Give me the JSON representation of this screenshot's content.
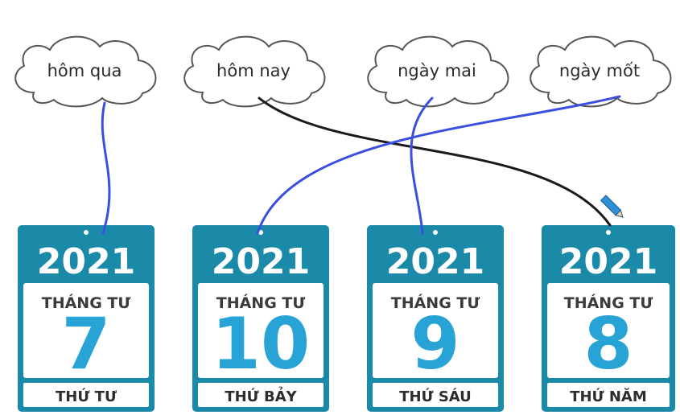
{
  "clouds": [
    {
      "label": "hôm qua"
    },
    {
      "label": "hôm nay"
    },
    {
      "label": "ngày mai"
    },
    {
      "label": "ngày mốt"
    }
  ],
  "calendars": [
    {
      "year": "2021",
      "month": "THÁNG TƯ",
      "day": "7",
      "weekday": "THỨ TƯ"
    },
    {
      "year": "2021",
      "month": "THÁNG TƯ",
      "day": "10",
      "weekday": "THỨ BẢY"
    },
    {
      "year": "2021",
      "month": "THÁNG TƯ",
      "day": "9",
      "weekday": "THỨ SÁU"
    },
    {
      "year": "2021",
      "month": "THÁNG TƯ",
      "day": "8",
      "weekday": "THỨ NĂM"
    }
  ],
  "colors": {
    "calendar_header": "#1a8aa8",
    "calendar_border": "#1a8aa8",
    "day_number": "#27a3d6",
    "line_blue": "#3a4fe0",
    "line_black": "#1a1a1a",
    "cloud_outline": "#555555"
  }
}
